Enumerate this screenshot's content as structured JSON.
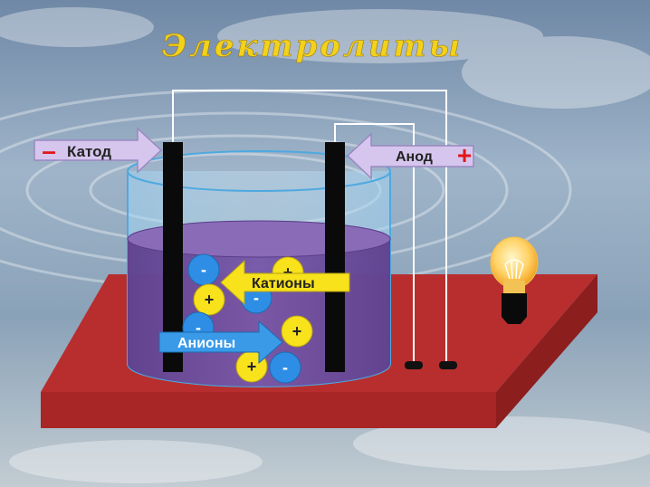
{
  "title": "Электролиты",
  "cathode": {
    "label": "Катод",
    "sign": "–"
  },
  "anode": {
    "label": "Анод",
    "sign": "+"
  },
  "cations_label": "Катионы",
  "anions_label": "Анионы",
  "ions": [
    {
      "sign": "-",
      "kind": "anion"
    },
    {
      "sign": "+",
      "kind": "cation"
    },
    {
      "sign": "+",
      "kind": "cation"
    },
    {
      "sign": "-",
      "kind": "anion"
    },
    {
      "sign": "+",
      "kind": "cation"
    },
    {
      "sign": "+",
      "kind": "cation"
    },
    {
      "sign": "-",
      "kind": "anion"
    },
    {
      "sign": "-",
      "kind": "anion"
    }
  ],
  "colors": {
    "title": "#f2d21a",
    "board": "#c73a3a",
    "electrolyte": "#6a4a9a",
    "arrow_fill": "#d6c6ee",
    "sign_red": "#e01818",
    "cation_fill": "#f7e21c",
    "anion_fill": "#2e8ee6",
    "bulb_glow": "#fbc34a"
  }
}
